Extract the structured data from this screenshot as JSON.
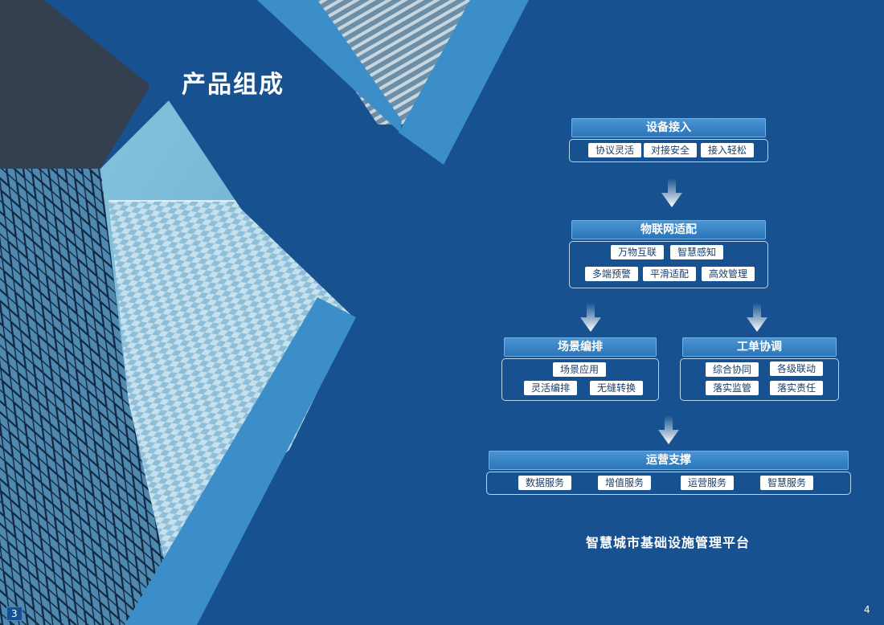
{
  "page": {
    "title": "产品组成",
    "page_left": "3",
    "page_right": "4"
  },
  "modules": {
    "device_access": {
      "title": "设备接入",
      "items": [
        "协议灵活",
        "对接安全",
        "接入轻松"
      ]
    },
    "iot_adapt": {
      "title": "物联网适配",
      "items": [
        "万物互联",
        "智慧感知",
        "多端预警",
        "平滑适配",
        "高效管理"
      ]
    },
    "scene": {
      "title": "场景编排",
      "items": [
        "场景应用",
        "灵活编排",
        "无缝转换"
      ]
    },
    "workorder": {
      "title": "工单协调",
      "items": [
        "综合协同",
        "各级联动",
        "落实监管",
        "落实责任"
      ]
    },
    "operations": {
      "title": "运营支撑",
      "items": [
        "数据服务",
        "增值服务",
        "运营服务",
        "智慧服务"
      ]
    }
  },
  "footer": "智慧城市基础设施管理平台",
  "colors": {
    "background": "#18518f",
    "header": "#3a86c8",
    "chip": "#ffffff"
  }
}
